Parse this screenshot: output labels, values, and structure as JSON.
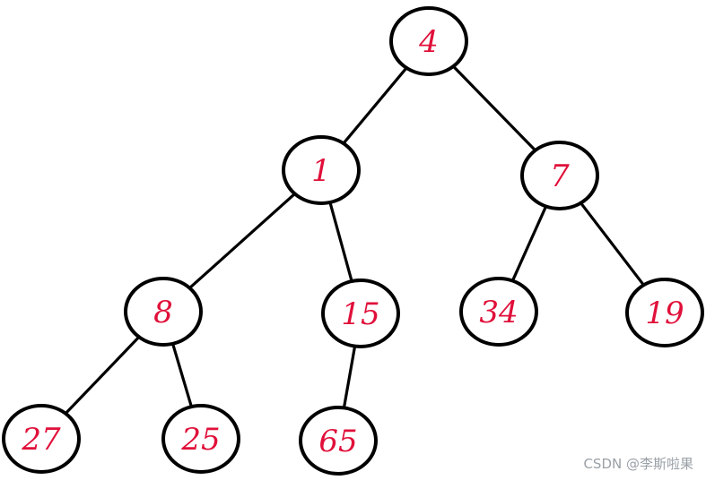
{
  "diagram": {
    "type": "binary-tree",
    "node_fill": "#ffffff",
    "node_stroke": "#000000",
    "label_color": "#e0103a",
    "nodes": [
      {
        "id": "n4",
        "label": "4"
      },
      {
        "id": "n1",
        "label": "1"
      },
      {
        "id": "n7",
        "label": "7"
      },
      {
        "id": "n8",
        "label": "8"
      },
      {
        "id": "n15",
        "label": "15"
      },
      {
        "id": "n34",
        "label": "34"
      },
      {
        "id": "n19",
        "label": "19"
      },
      {
        "id": "n27",
        "label": "27"
      },
      {
        "id": "n25",
        "label": "25"
      },
      {
        "id": "n65",
        "label": "65"
      }
    ],
    "edges": [
      {
        "from": "n4",
        "to": "n1"
      },
      {
        "from": "n4",
        "to": "n7"
      },
      {
        "from": "n1",
        "to": "n8"
      },
      {
        "from": "n1",
        "to": "n15"
      },
      {
        "from": "n7",
        "to": "n34"
      },
      {
        "from": "n7",
        "to": "n19"
      },
      {
        "from": "n8",
        "to": "n27"
      },
      {
        "from": "n8",
        "to": "n25"
      },
      {
        "from": "n15",
        "to": "n65"
      }
    ]
  },
  "watermark": "CSDN @李斯啦果"
}
